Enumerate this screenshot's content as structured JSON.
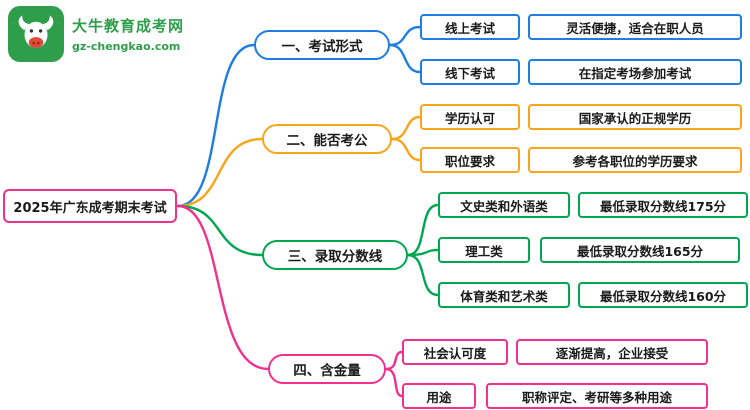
{
  "logo": {
    "site_name": "大牛教育成考网",
    "site_url": "gz-chengkao.com",
    "brand_color": "#2f9e4a"
  },
  "root": {
    "label": "2025年广东成考期末考试",
    "color": "#f2318f"
  },
  "branches": [
    {
      "label": "一、考试形式",
      "color": "#1f7de0",
      "children": [
        {
          "label": "线上考试",
          "desc": "灵活便捷，适合在职人员"
        },
        {
          "label": "线下考试",
          "desc": "在指定考场参加考试"
        }
      ]
    },
    {
      "label": "二、能否考公",
      "color": "#f7a61b",
      "children": [
        {
          "label": "学历认可",
          "desc": "国家承认的正规学历"
        },
        {
          "label": "职位要求",
          "desc": "参考各职位的学历要求"
        }
      ]
    },
    {
      "label": "三、录取分数线",
      "color": "#00a650",
      "children": [
        {
          "label": "文史类和外语类",
          "desc": "最低录取分数线175分"
        },
        {
          "label": "理工类",
          "desc": "最低录取分数线165分"
        },
        {
          "label": "体育类和艺术类",
          "desc": "最低录取分数线160分"
        }
      ]
    },
    {
      "label": "四、含金量",
      "color": "#f2318f",
      "children": [
        {
          "label": "社会认可度",
          "desc": "逐渐提高，企业接受"
        },
        {
          "label": "用途",
          "desc": "职称评定、考研等多种用途"
        }
      ]
    }
  ]
}
